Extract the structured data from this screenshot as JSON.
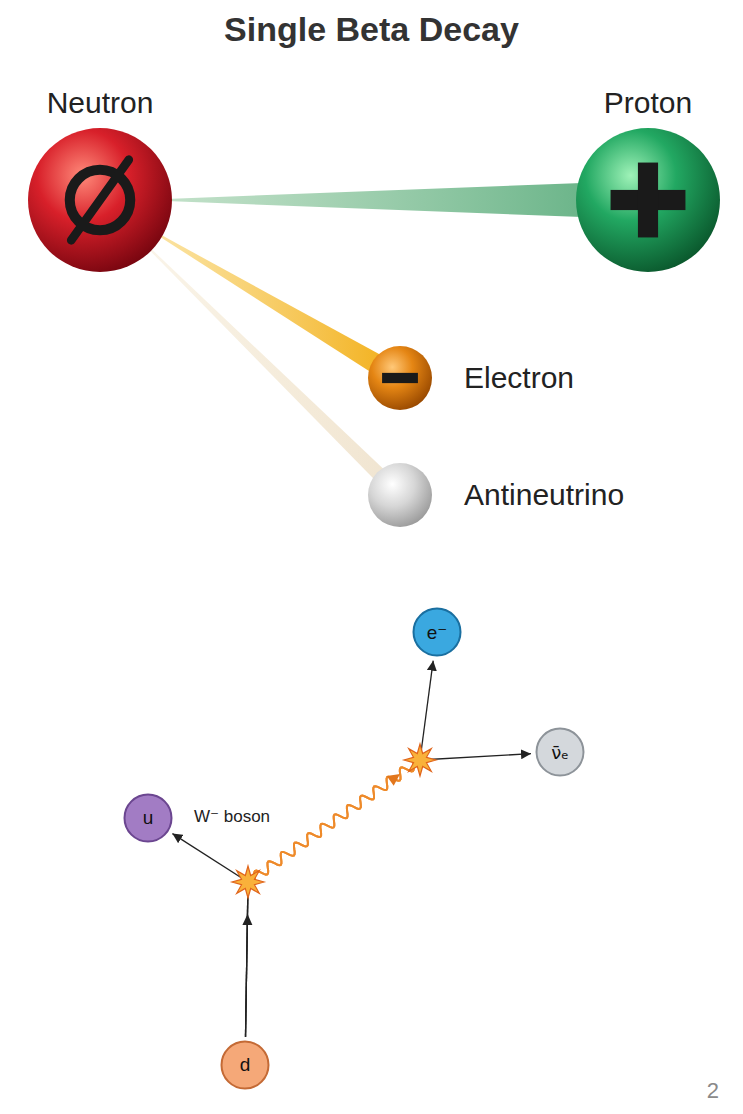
{
  "diagram": {
    "title": "Single Beta Decay",
    "nodes": [
      {
        "text": [
          "Neutron"
        ]
      },
      {
        "text": [
          "Proton"
        ]
      },
      {
        "text": [
          "Electron"
        ]
      },
      {
        "text": [
          "Antineutrino"
        ]
      },
      {
        "text": [
          "d"
        ]
      },
      {
        "text": [
          "u"
        ]
      },
      {
        "text": [
          "e⁻"
        ]
      },
      {
        "text": [
          "ν̄ₑ"
        ]
      }
    ],
    "edges": [
      {
        "from": 0,
        "to": 1,
        "arrow": "none"
      },
      {
        "from": 0,
        "to": 2,
        "arrow": "none"
      },
      {
        "from": 0,
        "to": 3,
        "arrow": "none"
      },
      {
        "from": 4,
        "to": 5,
        "arrow": "to"
      },
      {
        "from": 4,
        "to": 6,
        "arrow": "to"
      },
      {
        "from": 4,
        "to": 7,
        "arrow": "to"
      }
    ],
    "labels": [
      "W⁻ boson",
      "2"
    ]
  }
}
